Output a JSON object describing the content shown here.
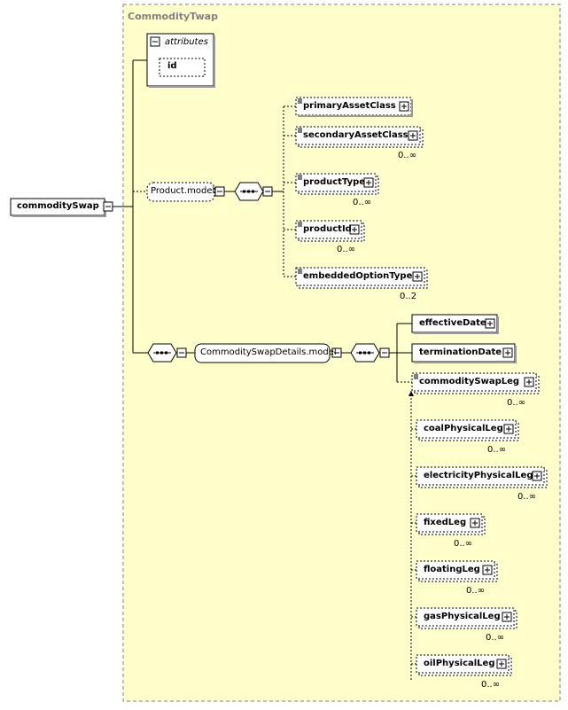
{
  "diagram": {
    "complex_type": "CommodityTwap",
    "root": "commoditySwap",
    "attributes": {
      "label": "attributes",
      "items": [
        "id"
      ]
    },
    "groups": {
      "product_model": "Product.model",
      "details_model": "CommoditySwapDetails.model"
    },
    "product_elements": [
      {
        "name": "primaryAssetClass",
        "card": ""
      },
      {
        "name": "secondaryAssetClass",
        "card": "0..∞"
      },
      {
        "name": "productType",
        "card": "0..∞"
      },
      {
        "name": "productId",
        "card": "0..∞"
      },
      {
        "name": "embeddedOptionType",
        "card": "0..2"
      }
    ],
    "detail_elements": [
      {
        "name": "effectiveDate",
        "card": ""
      },
      {
        "name": "terminationDate",
        "card": ""
      }
    ],
    "choice_elements": [
      {
        "name": "commoditySwapLeg",
        "card": "0..∞"
      },
      {
        "name": "coalPhysicalLeg",
        "card": "0..∞"
      },
      {
        "name": "electricityPhysicalLeg",
        "card": "0..∞"
      },
      {
        "name": "fixedLeg",
        "card": "0..∞"
      },
      {
        "name": "floatingLeg",
        "card": "0..∞"
      },
      {
        "name": "gasPhysicalLeg",
        "card": "0..∞"
      },
      {
        "name": "oilPhysicalLeg",
        "card": "0..∞"
      }
    ]
  }
}
